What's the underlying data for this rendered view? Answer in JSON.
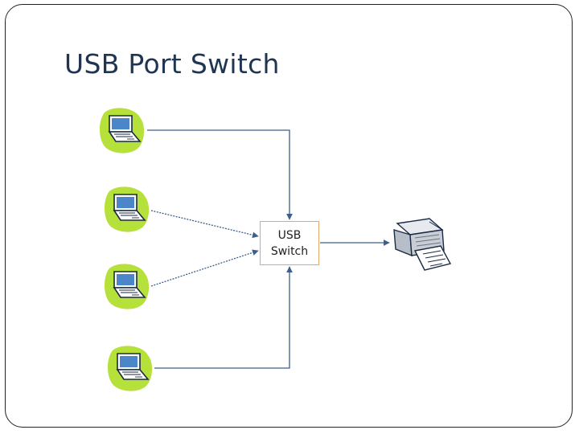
{
  "slide": {
    "title": "USB Port Switch"
  },
  "switch": {
    "line1": "USB",
    "line2": "Switch"
  },
  "nodes": [
    {
      "id": "computer-1",
      "icon": "laptop-icon"
    },
    {
      "id": "computer-2",
      "icon": "laptop-icon"
    },
    {
      "id": "computer-3",
      "icon": "laptop-icon"
    },
    {
      "id": "computer-4",
      "icon": "laptop-icon"
    },
    {
      "id": "printer",
      "icon": "printer-icon"
    }
  ],
  "colors": {
    "title": "#1f3551",
    "connector": "#3d5f8a",
    "laptop_blob": "#b6e03a",
    "laptop_screen": "#4a86c8",
    "switch_border": "#e0a86a",
    "printer_body": "#c9ced6"
  }
}
